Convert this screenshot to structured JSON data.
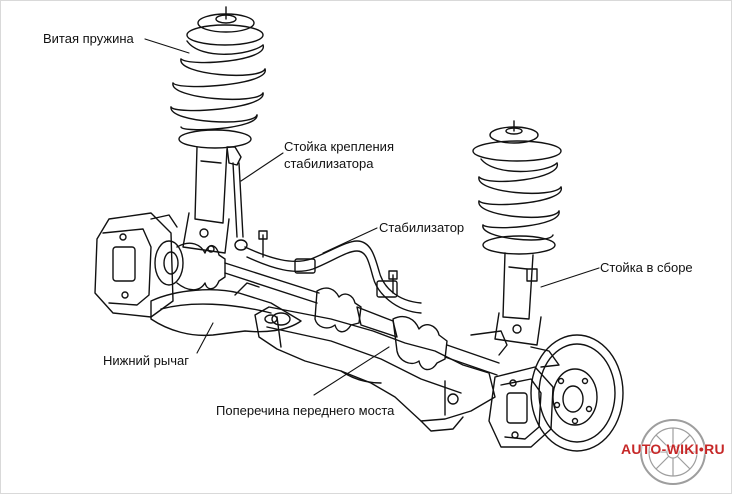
{
  "labels": {
    "coil_spring": "Витая пружина",
    "stabilizer_link_line1": "Стойка крепления",
    "stabilizer_link_line2": "стабилизатора",
    "stabilizer": "Стабилизатор",
    "strut_assembly": "Стойка в сборе",
    "lower_arm": "Нижний рычаг",
    "crossmember": "Поперечина переднего моста"
  },
  "logo": {
    "text": "AUTO-WIKI•RU",
    "color": "#c62828"
  },
  "line_color": "#111111"
}
